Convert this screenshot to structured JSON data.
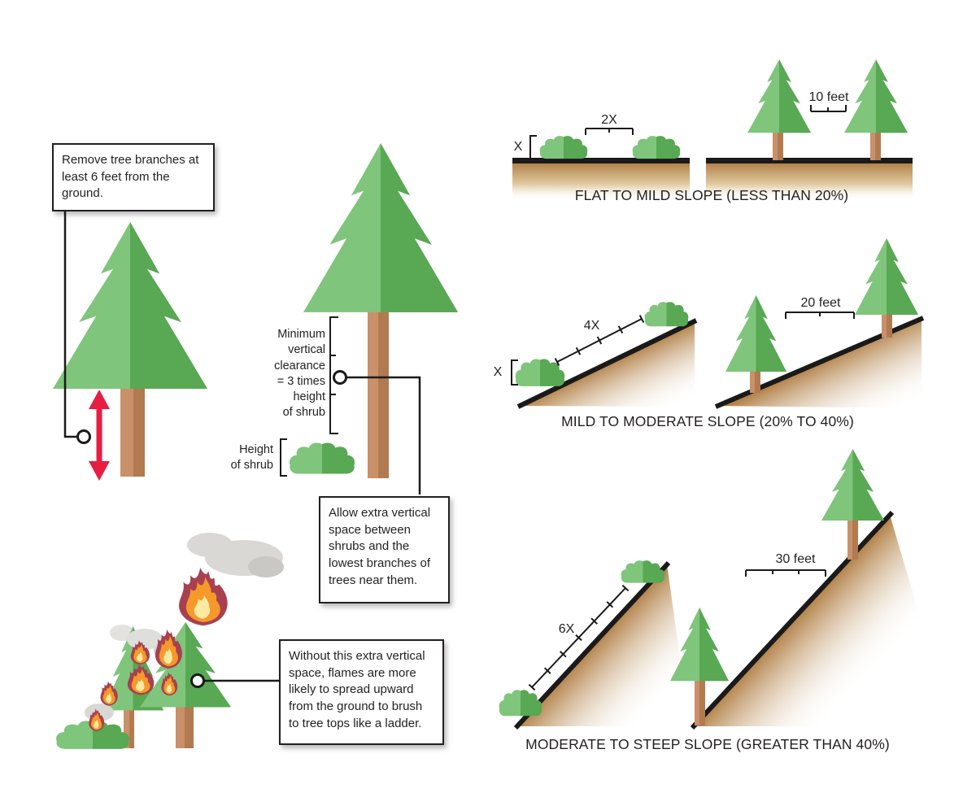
{
  "figure": {
    "callouts": {
      "remove_branches": "Remove tree branches at least 6 feet from the ground.",
      "allow_space": "Allow extra vertical space between shrubs  and the lowest branches of trees near them.",
      "without_space": "Without this extra vertical space, flames are more likely to spread upward from the ground to brush to tree tops like a ladder."
    },
    "labels": {
      "min_clearance": "Minimum\nvertical\nclearance\n= 3 times\nheight\nof shrub",
      "shrub_height": "Height\nof shrub"
    },
    "diagrams": {
      "flat": {
        "caption": "FLAT TO MILD SLOPE (LESS THAN 20%)",
        "x_label": "X",
        "shrub_spacing": "2X",
        "tree_spacing": "10 feet"
      },
      "mild": {
        "caption": "MILD TO MODERATE SLOPE (20% TO 40%)",
        "x_label": "X",
        "shrub_spacing": "4X",
        "tree_spacing": "20 feet"
      },
      "steep": {
        "caption": "MODERATE TO STEEP SLOPE (GREATER THAN 40%)",
        "shrub_spacing": "6X",
        "tree_spacing": "30 feet"
      }
    },
    "colors": {
      "tree_light": "#7fc57b",
      "tree_dark": "#58a854",
      "trunk_light": "#c9906a",
      "trunk_dark": "#b27a50",
      "ground_tan": "#b3834a",
      "line_black": "#1a1a1a",
      "arrow_red": "#e81d42",
      "flame_outer": "#a84050",
      "flame_mid": "#f5992b",
      "flame_core": "#fde9a2",
      "smoke_grey": "#d9d8d5"
    }
  }
}
